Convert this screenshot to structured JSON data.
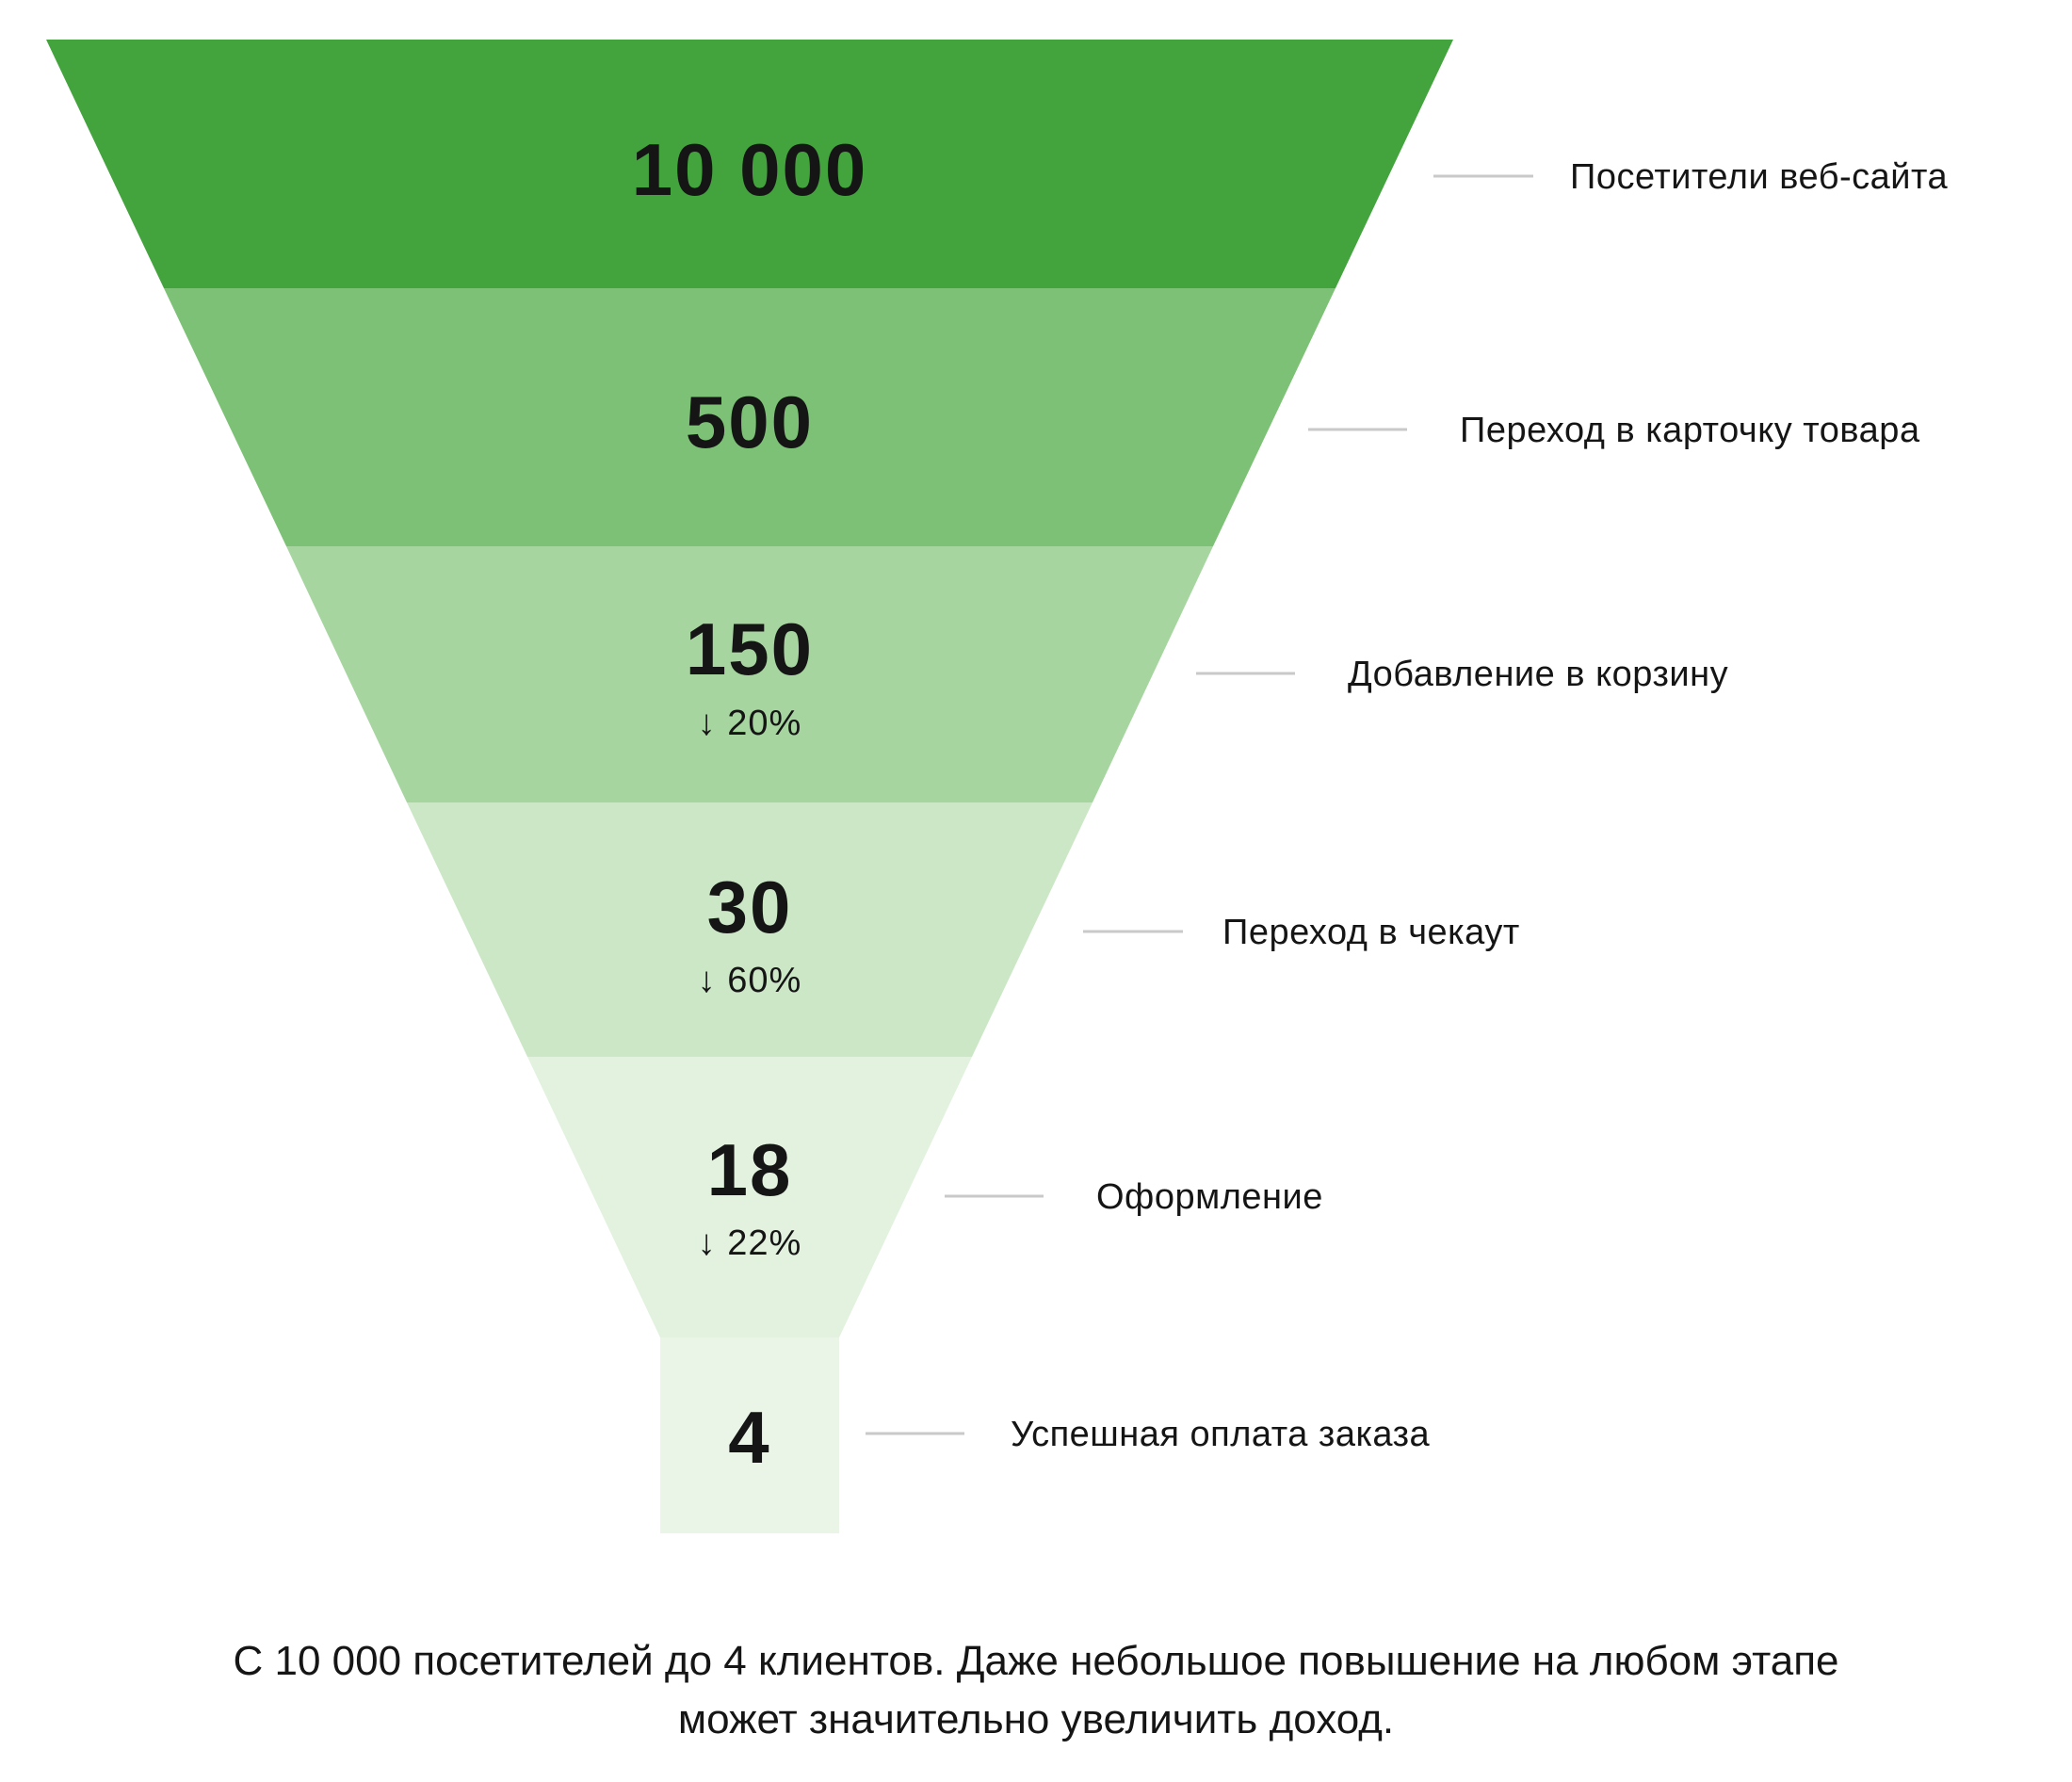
{
  "chart_data": {
    "type": "funnel",
    "direction": "top-to-bottom",
    "title": "",
    "stages": [
      {
        "value": "10 000",
        "numeric": 10000,
        "label": "Посетители веб-сайта",
        "drop": null,
        "color": "#43a33d"
      },
      {
        "value": "500",
        "numeric": 500,
        "label": "Переход в карточку товара",
        "drop": null,
        "color": "#7cc175"
      },
      {
        "value": "150",
        "numeric": 150,
        "label": "Добавление в корзину",
        "drop": "↓ 20%",
        "color": "#a6d5a0"
      },
      {
        "value": "30",
        "numeric": 30,
        "label": "Переход в чекаут",
        "drop": "↓ 60%",
        "color": "#cbe7c6"
      },
      {
        "value": "18",
        "numeric": 18,
        "label": "Оформление",
        "drop": "↓ 22%",
        "color": "#e2f2df"
      },
      {
        "value": "4",
        "numeric": 4,
        "label": "Успешная оплата заказа",
        "drop": null,
        "color": "#eaf5e8"
      }
    ],
    "connector_color": "#c9c9c9",
    "text_color": "#151515",
    "caption": "С 10 000 посетителей до 4 клиентов. Даже небольшое повышение на любом этапе может значительно увеличить доход."
  },
  "caption": {
    "line1": "С 10 000 посетителей до 4 клиентов. Даже небольшое повышение на любом этапе",
    "line2": "может значительно увеличить доход."
  }
}
